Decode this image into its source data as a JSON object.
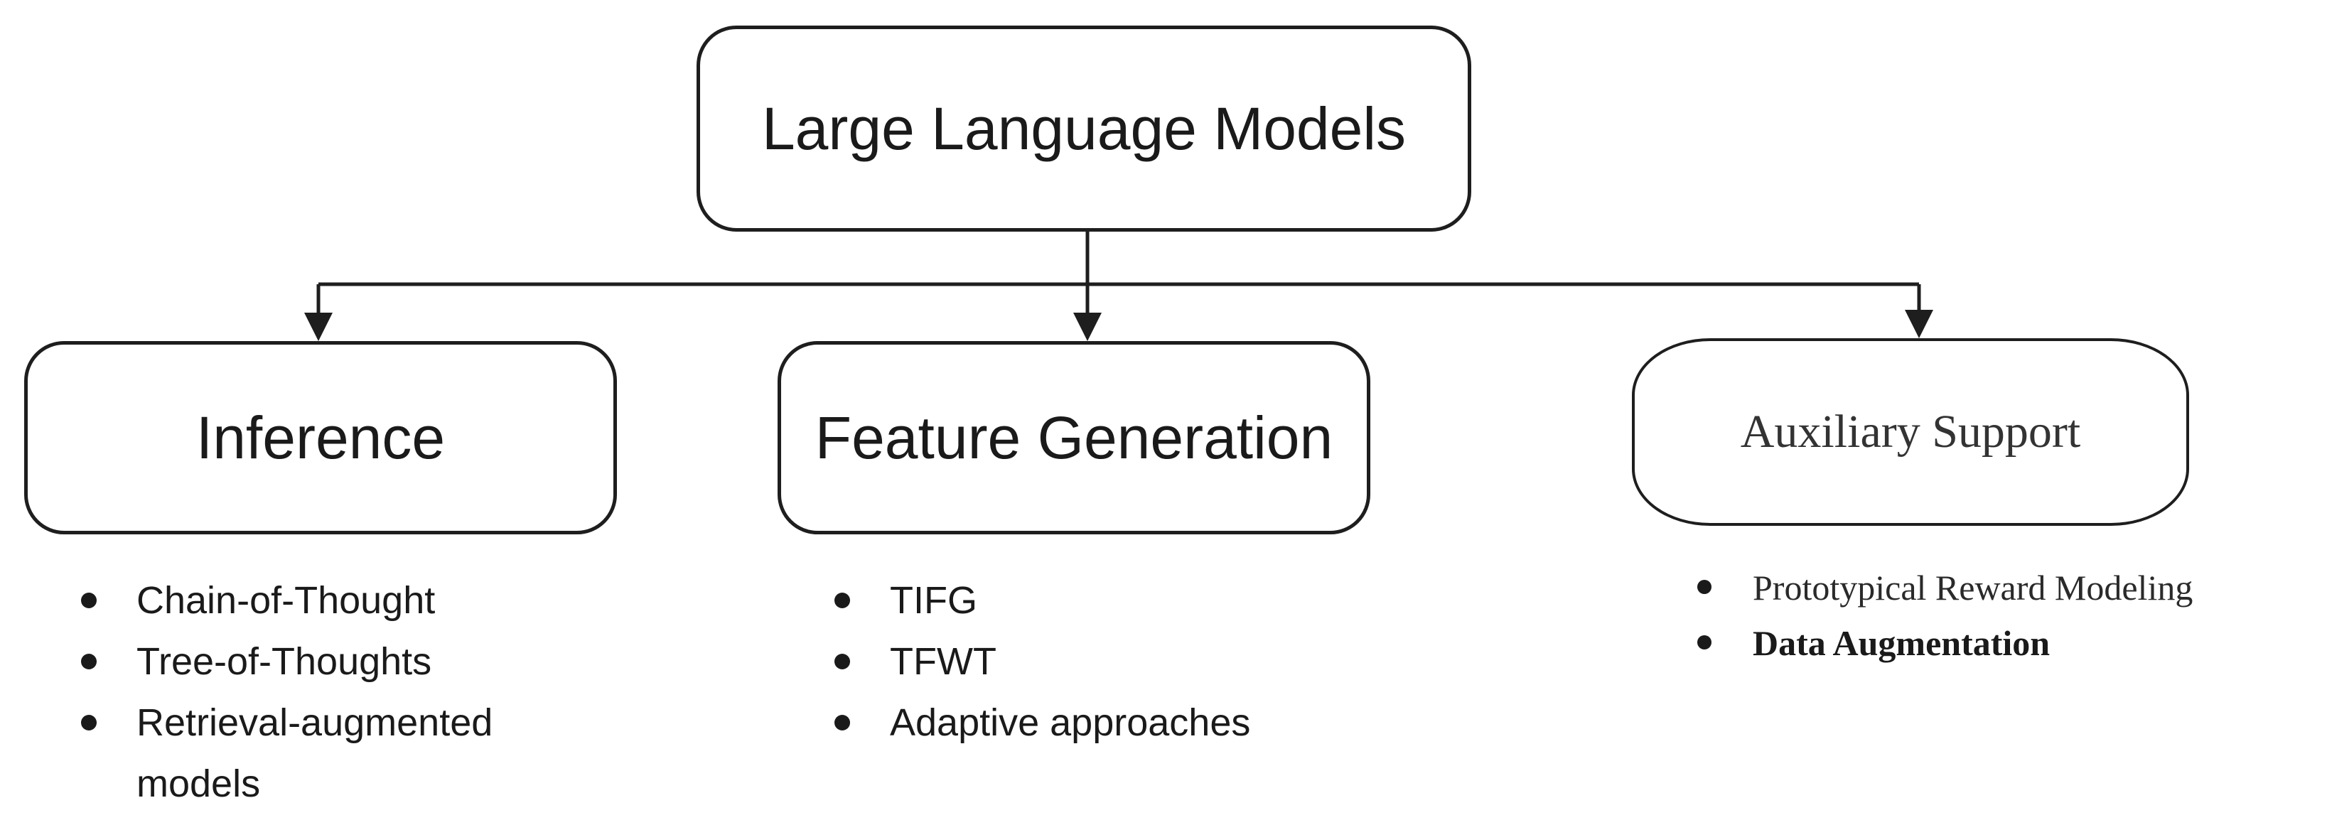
{
  "root": {
    "label": "Large Language Models"
  },
  "branches": [
    {
      "label": "Inference",
      "items": [
        "Chain-of-Thought",
        "Tree-of-Thoughts",
        "Retrieval-augmented models"
      ]
    },
    {
      "label": "Feature Generation",
      "items": [
        "TIFG",
        "TFWT",
        "Adaptive approaches"
      ]
    },
    {
      "label": "Auxiliary Support",
      "items": [
        "Prototypical Reward Modeling",
        "Data Augmentation"
      ]
    }
  ],
  "colors": {
    "stroke": "#1e1e1e",
    "text": "#1a1a1a",
    "background": "#ffffff"
  }
}
